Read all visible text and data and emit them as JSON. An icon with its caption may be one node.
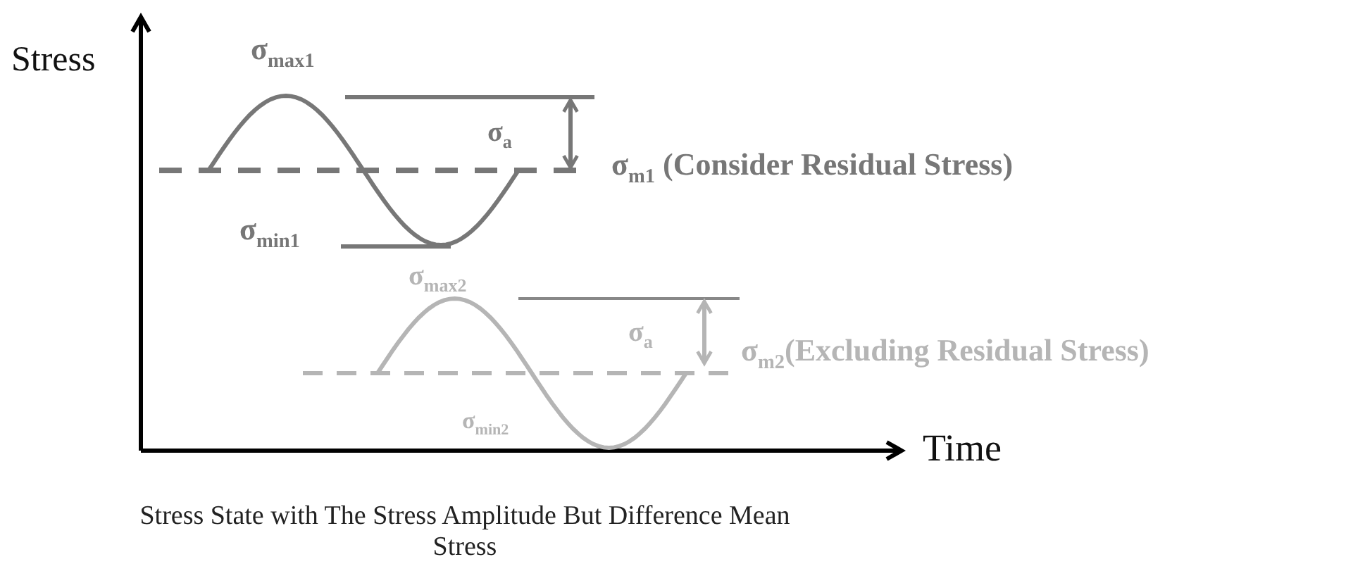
{
  "diagram": {
    "caption": "Stress State with The Stress Amplitude But Difference Mean Stress",
    "labels": [
      "Stress",
      "σ$_{max1}$",
      "σ$_{a}$",
      "σ$_{m1}$ (Consider Residual Stress)",
      "σ$_{min1}$",
      "σ$_{max2}$",
      "σ$_{a}$",
      "σ$_{m2}$(Excluding Residual Stress)",
      "σ$_{min2}$",
      "Time"
    ]
  }
}
